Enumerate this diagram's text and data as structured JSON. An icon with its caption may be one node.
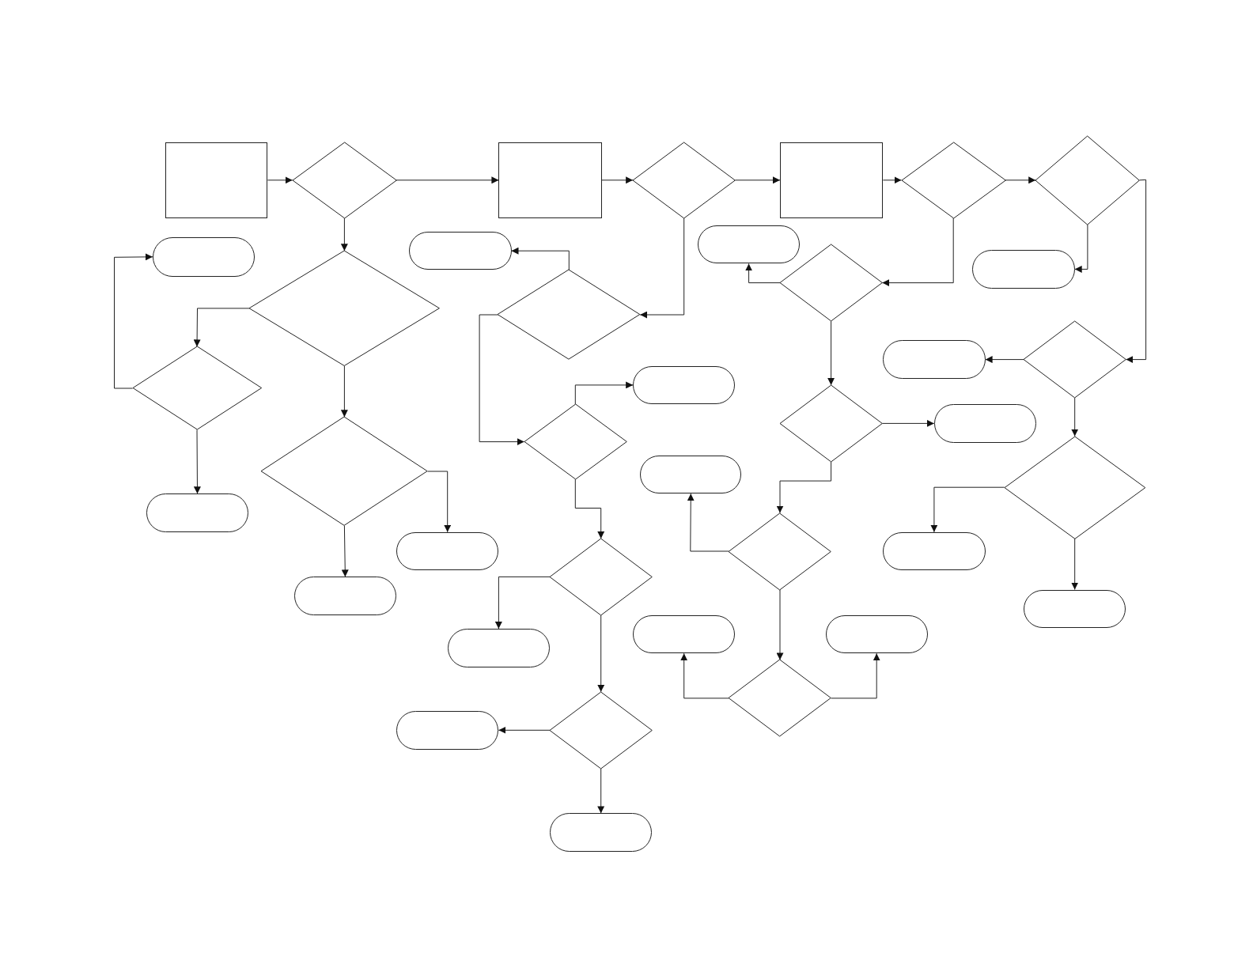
{
  "diagram": {
    "nodes": [
      {
        "text": [],
        "shape": "box"
      },
      {
        "text": [],
        "shape": "diamond"
      },
      {
        "text": [],
        "shape": "box"
      },
      {
        "text": [],
        "shape": "diamond"
      },
      {
        "text": [],
        "shape": "box"
      },
      {
        "text": [],
        "shape": "diamond"
      },
      {
        "text": [],
        "shape": "diamond"
      },
      {
        "text": [],
        "shape": "oval"
      },
      {
        "text": [],
        "shape": "oval"
      },
      {
        "text": [],
        "shape": "oval"
      },
      {
        "text": [],
        "shape": "oval"
      },
      {
        "text": [],
        "shape": "diamond"
      },
      {
        "text": [],
        "shape": "diamond"
      },
      {
        "text": [],
        "shape": "diamond"
      },
      {
        "text": [],
        "shape": "diamond"
      },
      {
        "text": [],
        "shape": "oval"
      },
      {
        "text": [],
        "shape": "diamond"
      },
      {
        "text": [],
        "shape": "oval"
      },
      {
        "text": [],
        "shape": "diamond"
      },
      {
        "text": [],
        "shape": "diamond"
      },
      {
        "text": [],
        "shape": "oval"
      },
      {
        "text": [],
        "shape": "diamond"
      },
      {
        "text": [],
        "shape": "oval"
      },
      {
        "text": [],
        "shape": "diamond"
      },
      {
        "text": [],
        "shape": "oval"
      },
      {
        "text": [],
        "shape": "oval"
      },
      {
        "text": [],
        "shape": "oval"
      },
      {
        "text": [],
        "shape": "diamond"
      },
      {
        "text": [],
        "shape": "diamond"
      },
      {
        "text": [],
        "shape": "oval"
      },
      {
        "text": [],
        "shape": "oval"
      },
      {
        "text": [],
        "shape": "oval"
      },
      {
        "text": [],
        "shape": "oval"
      },
      {
        "text": [],
        "shape": "oval"
      },
      {
        "text": [],
        "shape": "diamond"
      },
      {
        "text": [],
        "shape": "diamond"
      },
      {
        "text": [],
        "shape": "oval"
      },
      {
        "text": [],
        "shape": "oval"
      }
    ],
    "edges": [
      {
        "from": 0,
        "to": 1,
        "arrow": "to"
      },
      {
        "from": 1,
        "to": 2,
        "arrow": "to"
      },
      {
        "from": 2,
        "to": 3,
        "arrow": "to"
      },
      {
        "from": 3,
        "to": 4,
        "arrow": "to"
      },
      {
        "from": 4,
        "to": 5,
        "arrow": "to"
      },
      {
        "from": 5,
        "to": 6,
        "arrow": "to"
      },
      {
        "from": 1,
        "to": 11,
        "arrow": "to"
      },
      {
        "from": 11,
        "to": 14,
        "arrow": "to"
      },
      {
        "from": 14,
        "to": 7,
        "arrow": "to"
      },
      {
        "from": 11,
        "to": 21,
        "arrow": "to"
      },
      {
        "from": 14,
        "to": 24,
        "arrow": "to"
      },
      {
        "from": 21,
        "to": 25,
        "arrow": "to"
      },
      {
        "from": 21,
        "to": 29,
        "arrow": "to"
      },
      {
        "from": 3,
        "to": 12,
        "arrow": "to"
      },
      {
        "from": 12,
        "to": 8,
        "arrow": "to"
      },
      {
        "from": 12,
        "to": 18,
        "arrow": "to"
      },
      {
        "from": 18,
        "to": 17,
        "arrow": "to"
      },
      {
        "from": 18,
        "to": 28,
        "arrow": "to"
      },
      {
        "from": 28,
        "to": 31,
        "arrow": "to"
      },
      {
        "from": 28,
        "to": 35,
        "arrow": "to"
      },
      {
        "from": 35,
        "to": 36,
        "arrow": "to"
      },
      {
        "from": 35,
        "to": 37,
        "arrow": "to"
      },
      {
        "from": 5,
        "to": 13,
        "arrow": "to"
      },
      {
        "from": 13,
        "to": 9,
        "arrow": "to"
      },
      {
        "from": 13,
        "to": 19,
        "arrow": "to"
      },
      {
        "from": 19,
        "to": 20,
        "arrow": "to"
      },
      {
        "from": 19,
        "to": 27,
        "arrow": "to"
      },
      {
        "from": 27,
        "to": 22,
        "arrow": "to"
      },
      {
        "from": 27,
        "to": 34,
        "arrow": "to"
      },
      {
        "from": 34,
        "to": 32,
        "arrow": "to"
      },
      {
        "from": 34,
        "to": 33,
        "arrow": "to"
      },
      {
        "from": 6,
        "to": 10,
        "arrow": "to"
      },
      {
        "from": 6,
        "to": 16,
        "arrow": "to"
      },
      {
        "from": 16,
        "to": 15,
        "arrow": "to"
      },
      {
        "from": 16,
        "to": 23,
        "arrow": "to"
      },
      {
        "from": 23,
        "to": 26,
        "arrow": "to"
      },
      {
        "from": 23,
        "to": 30,
        "arrow": "to"
      }
    ]
  }
}
